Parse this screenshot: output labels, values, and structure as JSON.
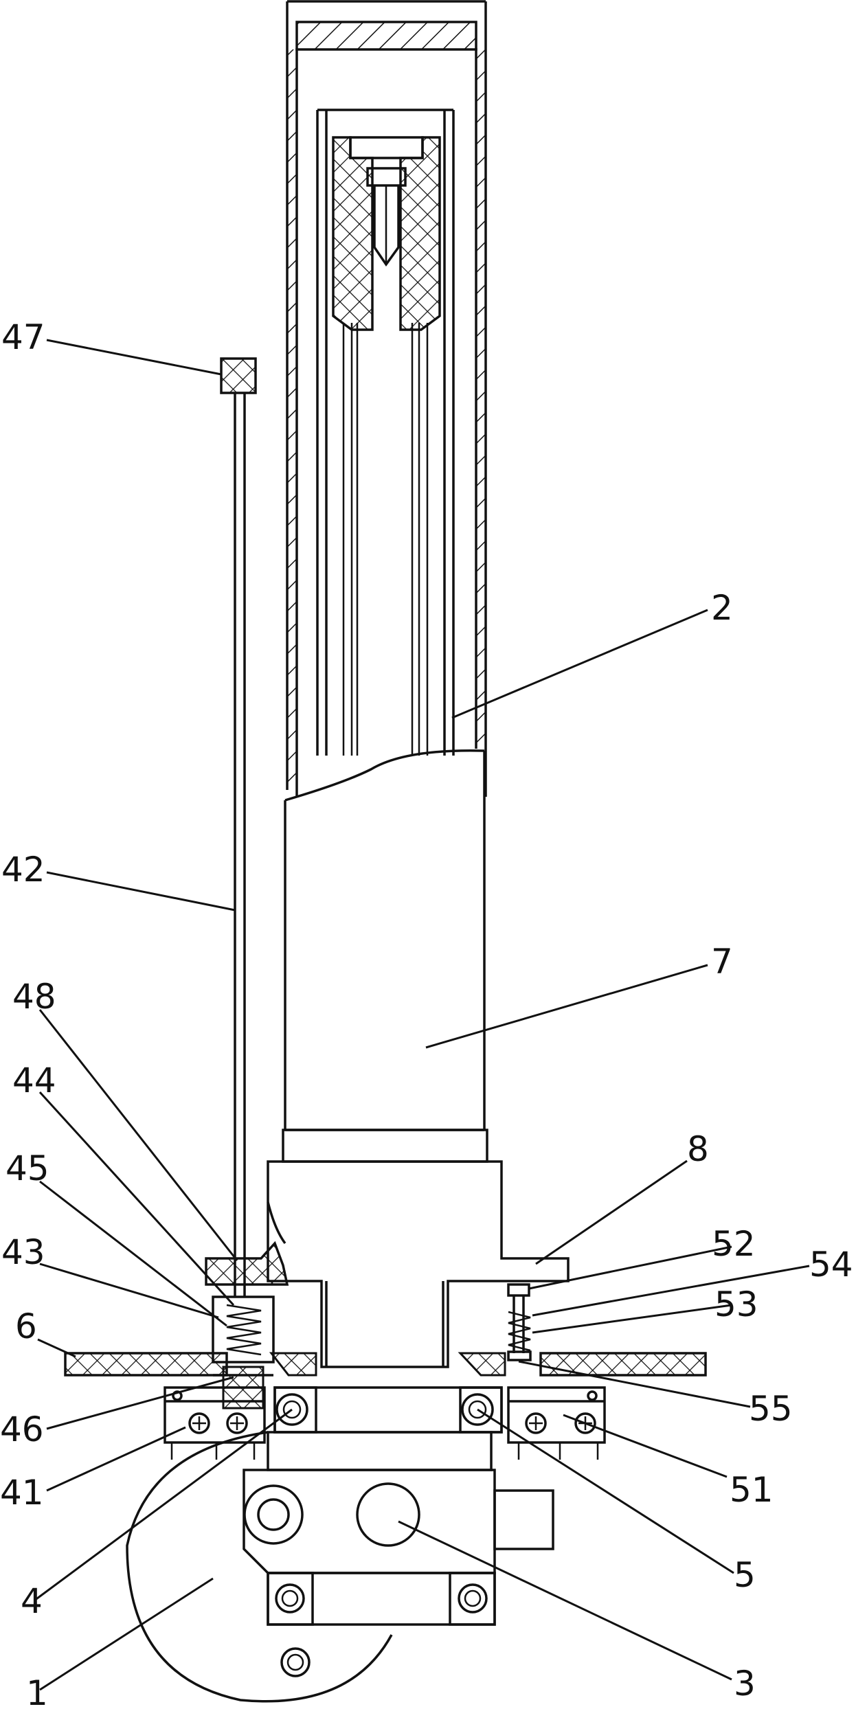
{
  "labels": {
    "l47": "47",
    "l2": "2",
    "l42": "42",
    "l7": "7",
    "l48": "48",
    "l44": "44",
    "l45": "45",
    "l43": "43",
    "l6": "6",
    "l8": "8",
    "l52": "52",
    "l54": "54",
    "l53": "53",
    "l55": "55",
    "l46": "46",
    "l41": "41",
    "l51": "51",
    "l4": "4",
    "l5": "5",
    "l1": "1",
    "l3": "3"
  },
  "colors": {
    "line": "#111111",
    "background": "#ffffff"
  }
}
